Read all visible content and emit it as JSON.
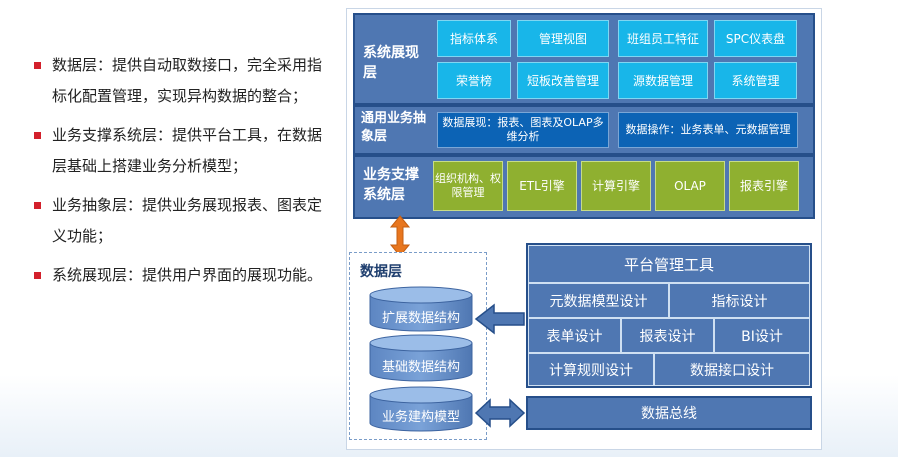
{
  "bullets": [
    "数据层：提供自动取数接口，完全采用指标化配置管理，实现异构数据的整合；",
    "业务支撑系统层：提供平台工具，在数据层基础上搭建业务分析模型；",
    "业务抽象层：提供业务展现报表、图表定义功能；",
    "系统展现层：提供用户界面的展现功能。"
  ],
  "presentation_layer": {
    "label": "系统展现层",
    "items": [
      "指标体系",
      "管理视图",
      "班组员工特征",
      "SPC仪表盘",
      "荣誉榜",
      "短板改善管理",
      "源数据管理",
      "系统管理"
    ]
  },
  "abstraction_layer": {
    "label": "通用业务抽象层",
    "items": [
      "数据展现：报表、图表及OLAP多维分析",
      "数据操作：业务表单、元数据管理"
    ]
  },
  "support_layer": {
    "label": "业务支撑系统层",
    "items": [
      "组织机构、权限管理",
      "ETL引擎",
      "计算引擎",
      "OLAP",
      "报表引擎"
    ]
  },
  "data_layer": {
    "label": "数据层",
    "cylinders": [
      "扩展数据结构",
      "基础数据结构",
      "业务建构模型"
    ]
  },
  "platform_tools": {
    "title": "平台管理工具",
    "row2": [
      "元数据模型设计",
      "指标设计"
    ],
    "row3": [
      "表单设计",
      "报表设计",
      "BI设计"
    ],
    "row4": [
      "计算规则设计",
      "数据接口设计"
    ]
  },
  "data_bus": "数据总线",
  "colors": {
    "layer_bg": "#4f77b2",
    "cyan_box": "#18b6e9",
    "dark_blue_box": "#0c63b5",
    "green_box": "#8fb030",
    "arrow_orange": "#e8761e",
    "bullet_red": "#d3202b"
  }
}
